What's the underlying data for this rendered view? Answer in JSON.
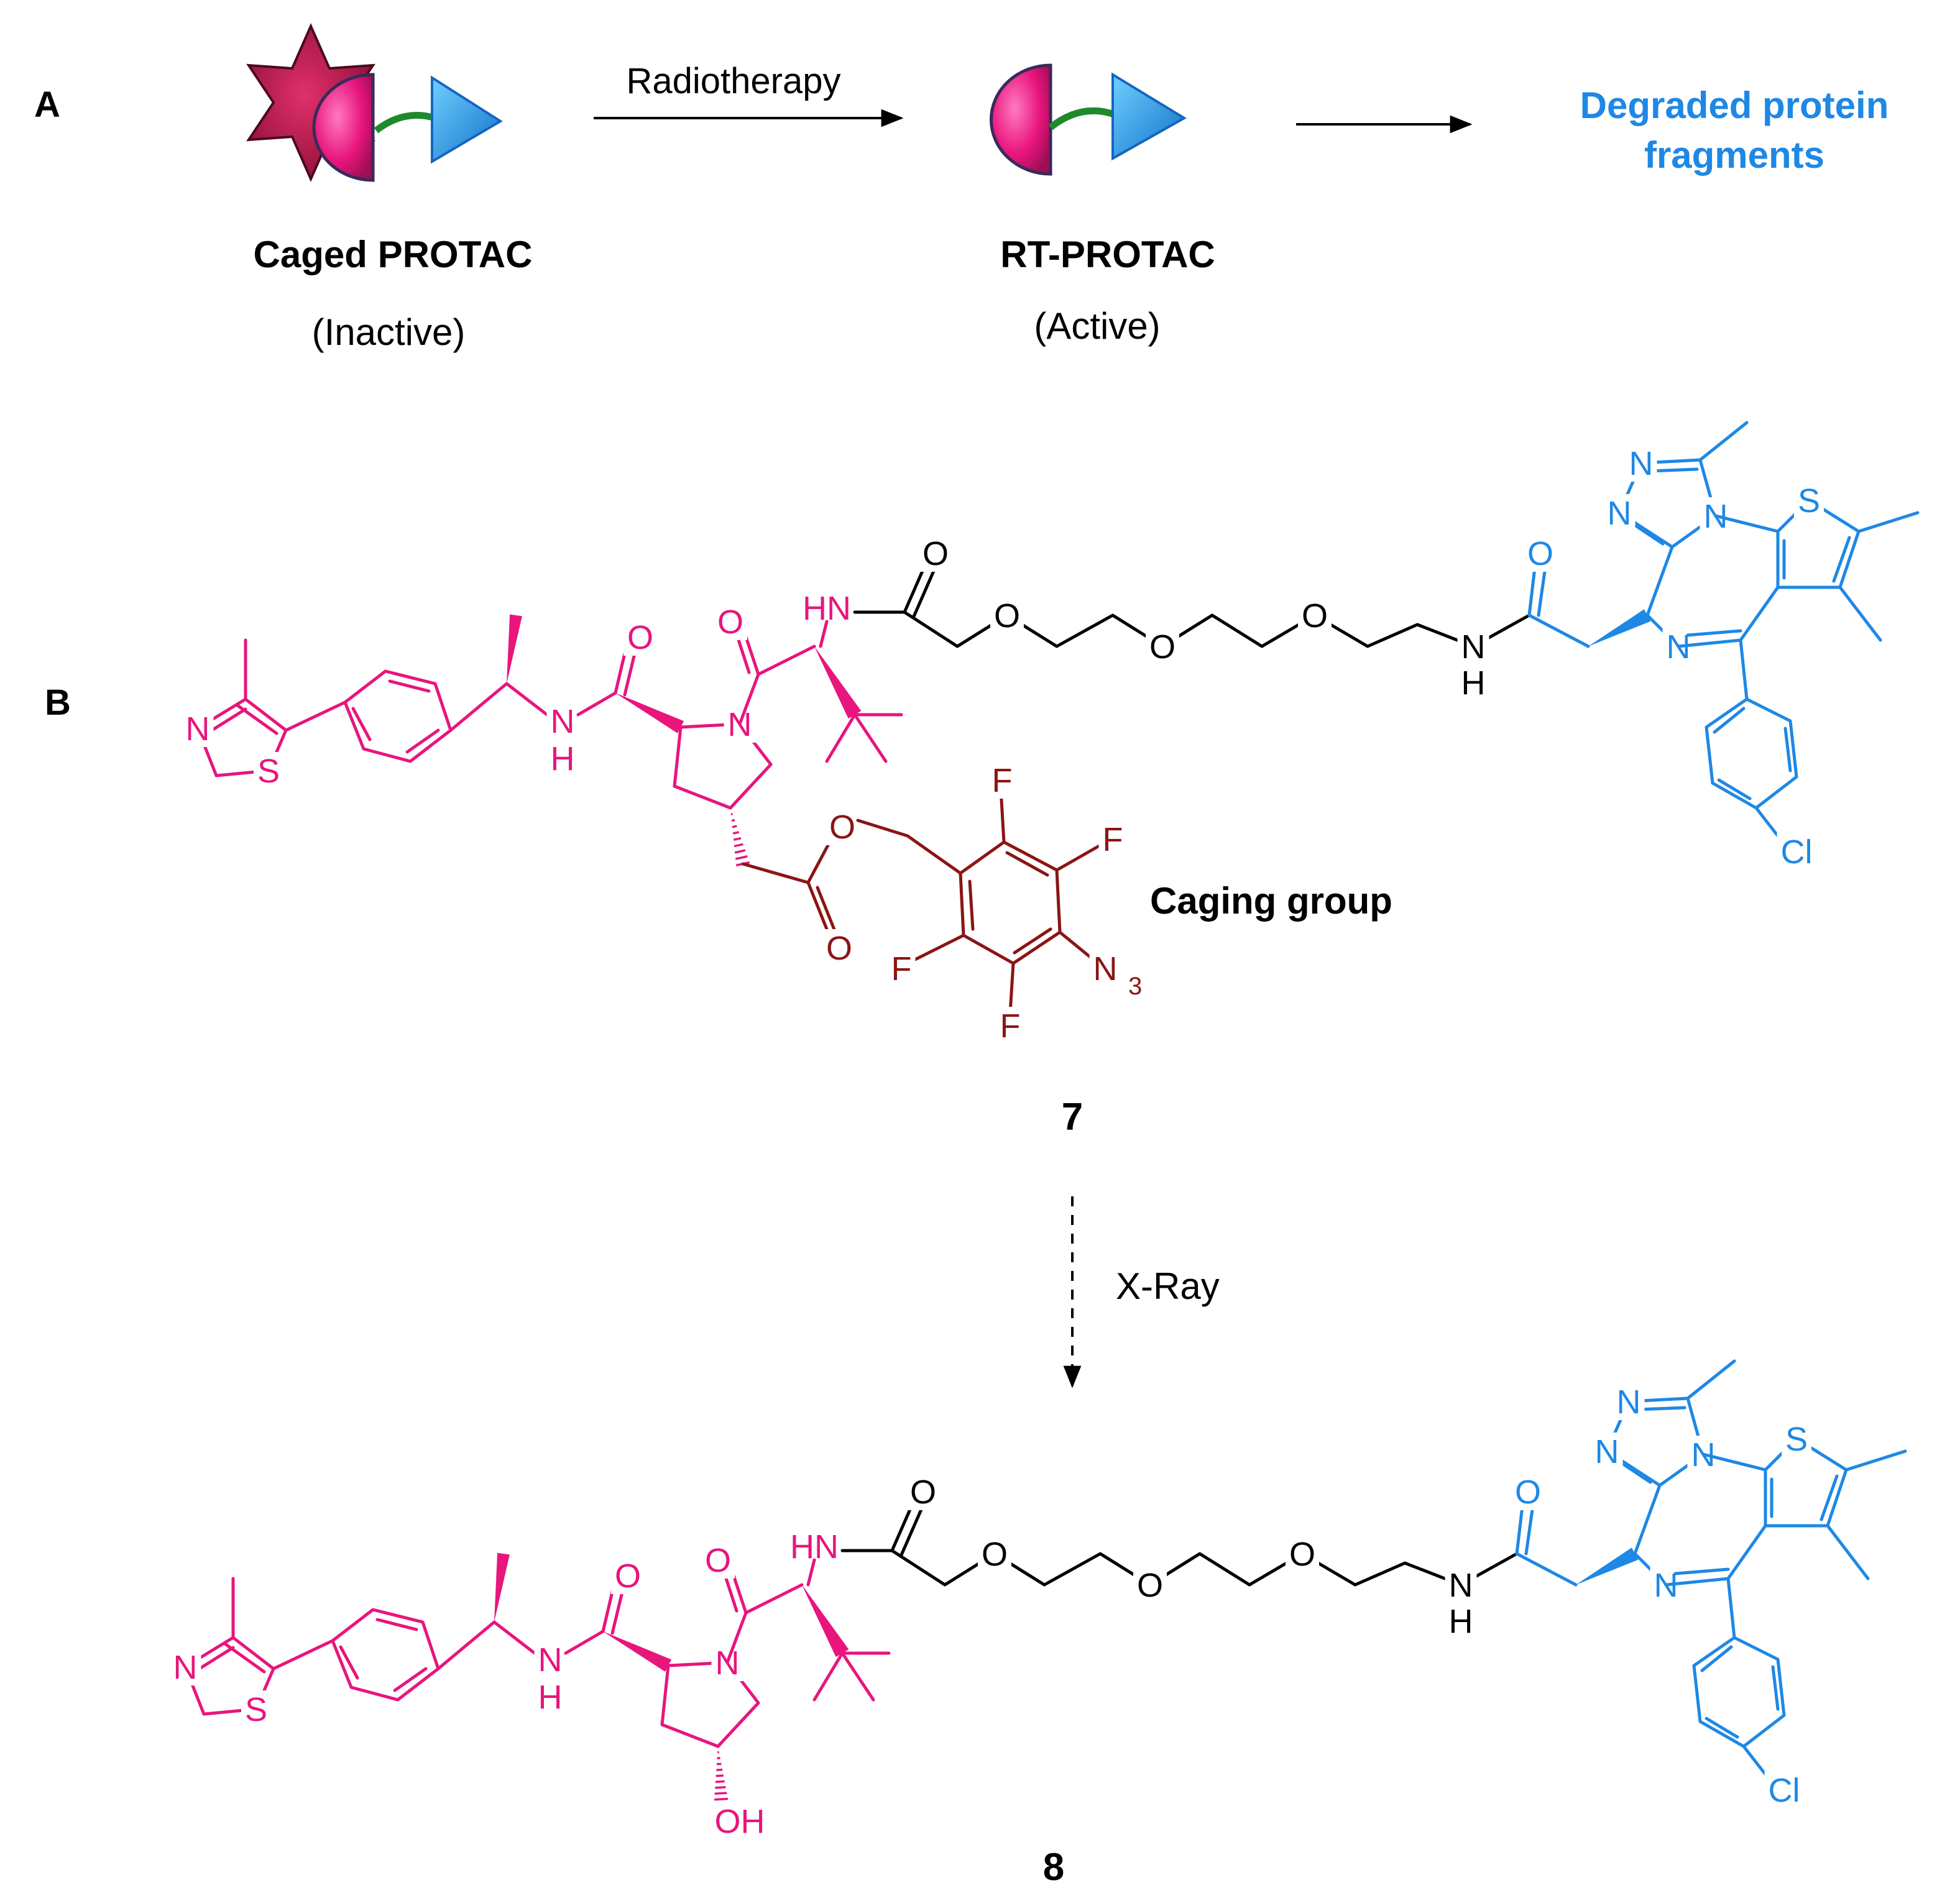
{
  "colors": {
    "vhl": "#e8157d",
    "ligand": "#1e88e5",
    "linker": "#000000",
    "cage": "#8b1515",
    "label_blue": "#1e88e5",
    "linker_green": "#1f8a2c"
  },
  "panel_a": {
    "label": "A",
    "arrow_label": "Radiotherapy",
    "caged_title": "Caged PROTAC",
    "caged_state": "(Inactive)",
    "active_title": "RT-PROTAC",
    "active_state": "(Active)",
    "product": [
      "Degraded protein",
      "fragments"
    ]
  },
  "panel_b": {
    "label": "B",
    "cage_label": "Caging group",
    "compound_top": "7",
    "compound_bottom": "8",
    "step_label": "X-Ray"
  },
  "atoms": {
    "N": "N",
    "S": "S",
    "O": "O",
    "F": "F",
    "Cl": "Cl",
    "H": "H",
    "HN": "HN",
    "OH": "OH",
    "N3_main": "N",
    "N3_sub": "3"
  }
}
